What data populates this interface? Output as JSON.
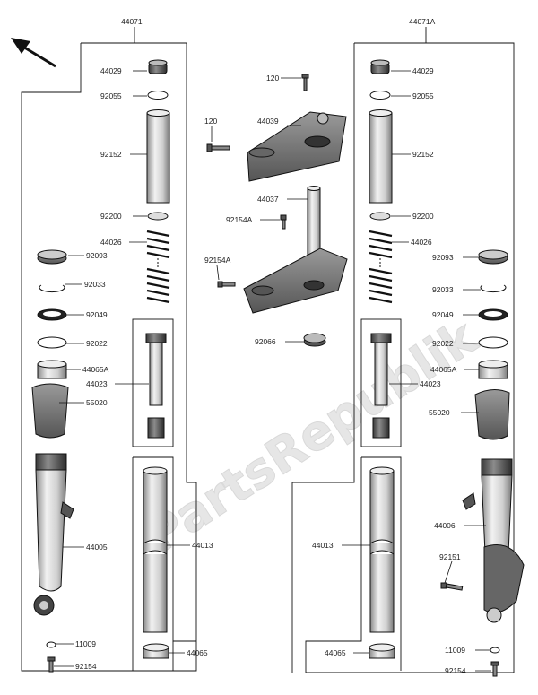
{
  "watermark": "PartsRepublik",
  "assemblies": {
    "left": "44071",
    "right": "44071A"
  },
  "center_parts": {
    "bolt_top": "120",
    "bolt_left": "120",
    "upper_bracket": "44039",
    "stem_bracket": "44037",
    "bolt_stem_upper": "92154A",
    "bolt_stem_lower": "92154A",
    "stem_seal": "92066"
  },
  "left_parts": {
    "cap": "44029",
    "oring": "92055",
    "spacer_pipe": "92152",
    "washer": "92200",
    "spring": "44026",
    "seal_ring": "92093",
    "snap_ring": "92033",
    "dust_seal": "92049",
    "washer_b": "92022",
    "bushing": "44065A",
    "cylinder": "44023",
    "guard": "55020",
    "outer_tube": "44005",
    "inner_tube": "44013",
    "collar": "44065",
    "gasket": "11009",
    "bottom_bolt": "92154"
  },
  "right_parts": {
    "cap": "44029",
    "oring": "92055",
    "spacer_pipe": "92152",
    "washer": "92200",
    "spring": "44026",
    "seal_ring": "92093",
    "snap_ring": "92033",
    "dust_seal": "92049",
    "washer_b": "92022",
    "bushing": "44065A",
    "cylinder": "44023",
    "guard": "55020",
    "outer_tube": "44006",
    "axle_bolt": "92151",
    "inner_tube": "44013",
    "collar": "44065",
    "gasket": "11009",
    "bottom_bolt": "92154"
  }
}
